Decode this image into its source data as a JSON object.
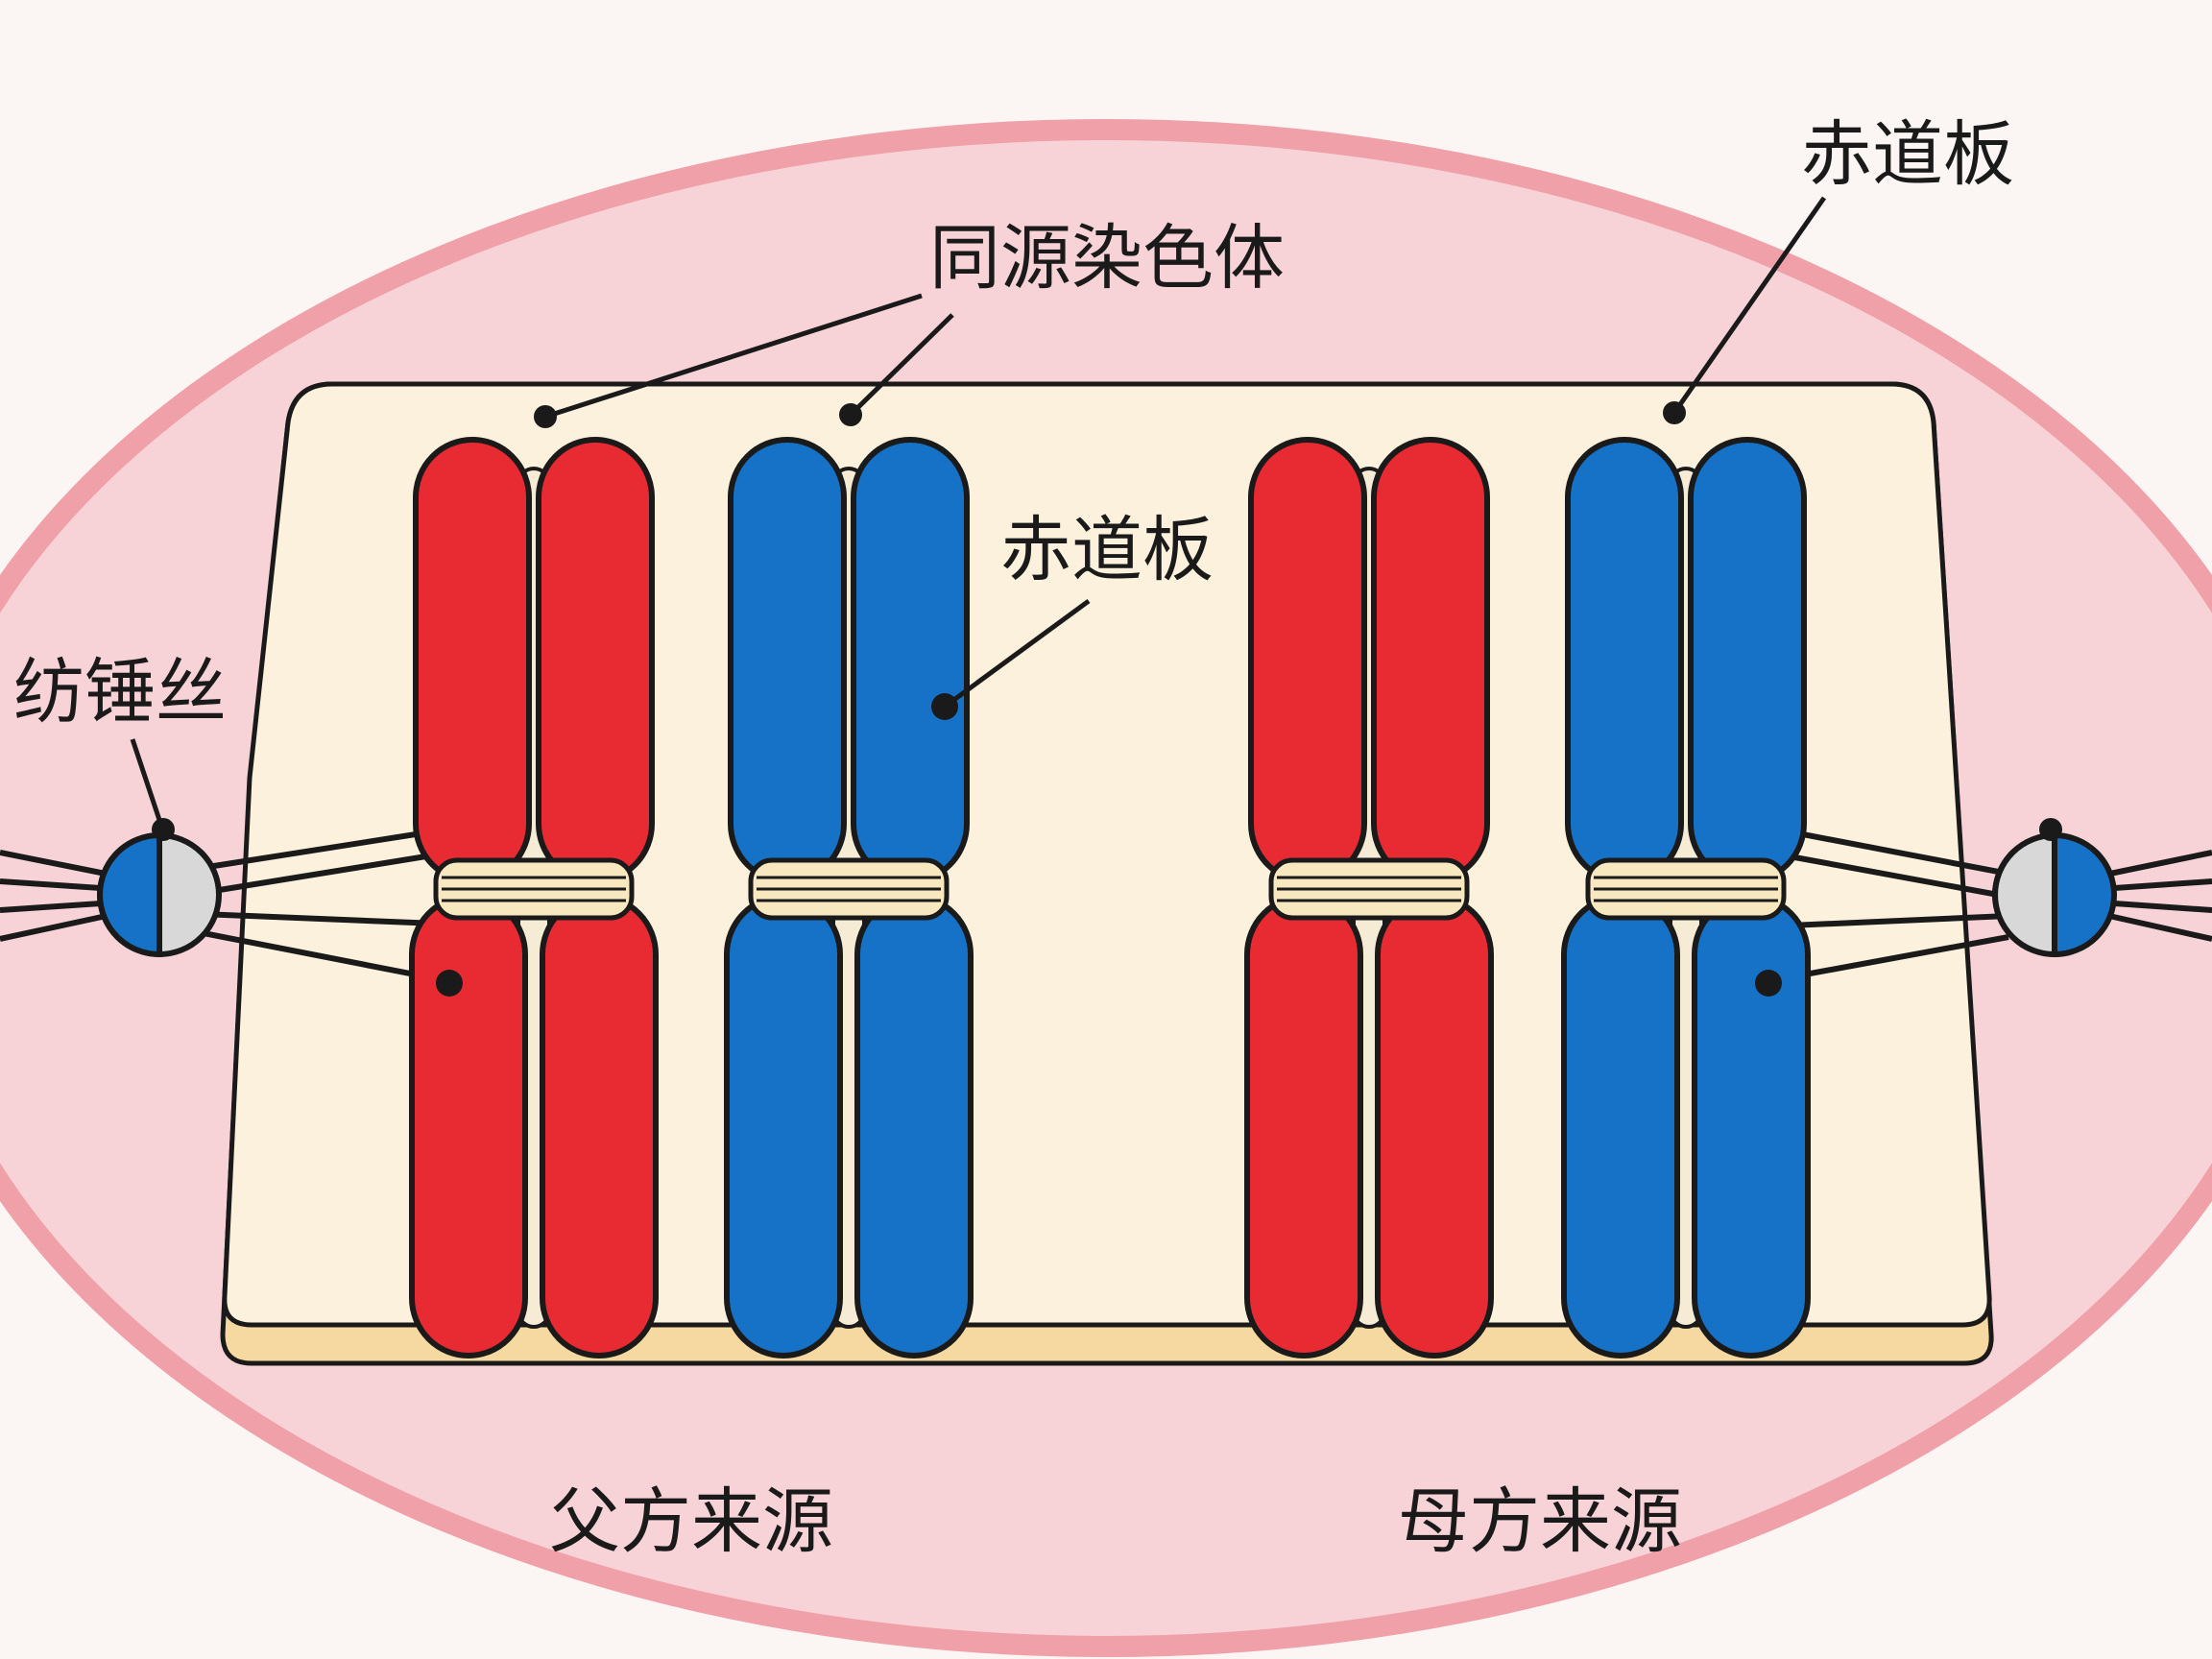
{
  "labels": {
    "homologous_chromosomes": "同源染色体",
    "metaphase_plate_top": "赤道板",
    "metaphase_plate_mid": "赤道板",
    "spindle_fiber": "纺锤丝",
    "paternal_origin": "父方来源",
    "maternal_origin": "母方来源"
  },
  "colors": {
    "cell_membrane": "#f2a2aa",
    "cytoplasm": "#f7d3d7",
    "plate": "#fbf1dc",
    "plate_edge": "#f5d9a0",
    "paternal_chromosome": "#e82a32",
    "maternal_chromosome": "#1672c6",
    "centromere_band": "#f8e8c0",
    "outline": "#1a1a1a"
  },
  "chromosomes": [
    {
      "origin": "paternal",
      "color": "red"
    },
    {
      "origin": "maternal",
      "color": "blue"
    },
    {
      "origin": "paternal",
      "color": "red"
    },
    {
      "origin": "maternal",
      "color": "blue"
    }
  ]
}
